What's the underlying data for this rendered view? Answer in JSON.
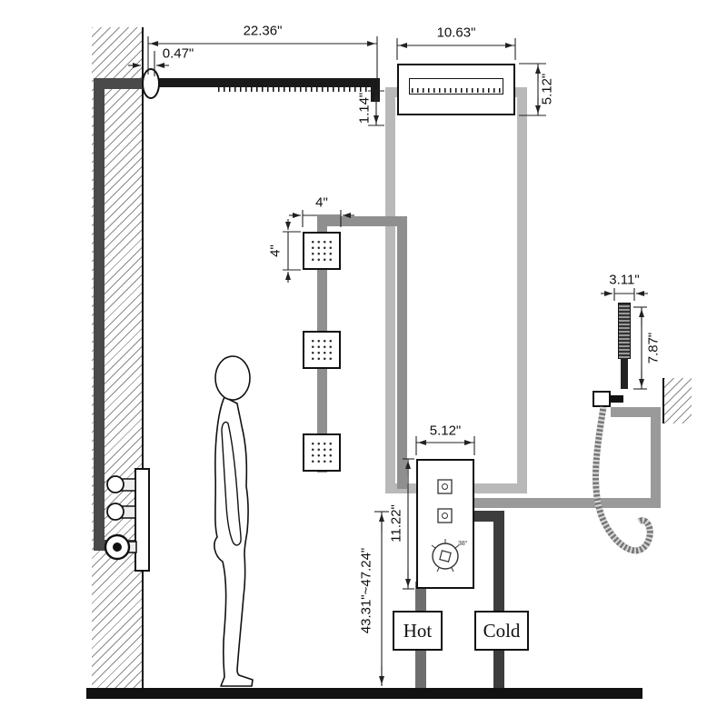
{
  "diagram": {
    "type": "shower-system-installation-diagram",
    "dims": {
      "arm_length": "22.36\"",
      "wall_offset": "0.47\"",
      "rain_head_width": "10.63\"",
      "rain_head_height": "5.12\"",
      "arm_drop": "1.14\"",
      "body_jet_width": "4\"",
      "body_jet_height": "4\"",
      "hand_shower_width": "3.11\"",
      "hand_shower_height": "7.87\"",
      "valve_width": "5.12\"",
      "valve_height": "11.22\"",
      "valve_height_from_floor": "43.31\"~47.24\""
    },
    "supply": {
      "hot": "Hot",
      "cold": "Cold"
    },
    "valve_dial_temp": "38°",
    "components": [
      "wall",
      "floor",
      "shower-arm",
      "rain-shower-head",
      "body-jets",
      "thermostatic-valve-panel",
      "wall-mixer-valve",
      "hand-shower",
      "hand-shower-hose",
      "human-figure",
      "hot-supply-pipe",
      "cold-supply-pipe"
    ],
    "colors": {
      "line": "#111111",
      "pipe_light": "#b9b9b9",
      "pipe_medium": "#8f8f8f",
      "pipe_dark": "#4a4a4a",
      "pipe_hand": "#9a9a9a",
      "pipe_hot": "#6e6e6e",
      "pipe_cold": "#3d3d3d"
    }
  }
}
